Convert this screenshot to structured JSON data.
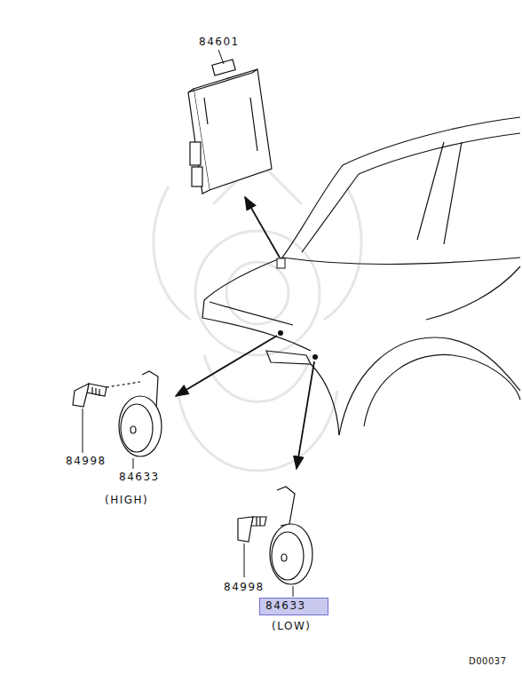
{
  "diagram": {
    "nodes": [
      {
        "text": [
          "84633"
        ]
      }
    ],
    "labels": [
      "84601",
      "84998",
      "84633",
      "(HIGH)",
      "84998",
      "(LOW)",
      "D00037"
    ]
  }
}
